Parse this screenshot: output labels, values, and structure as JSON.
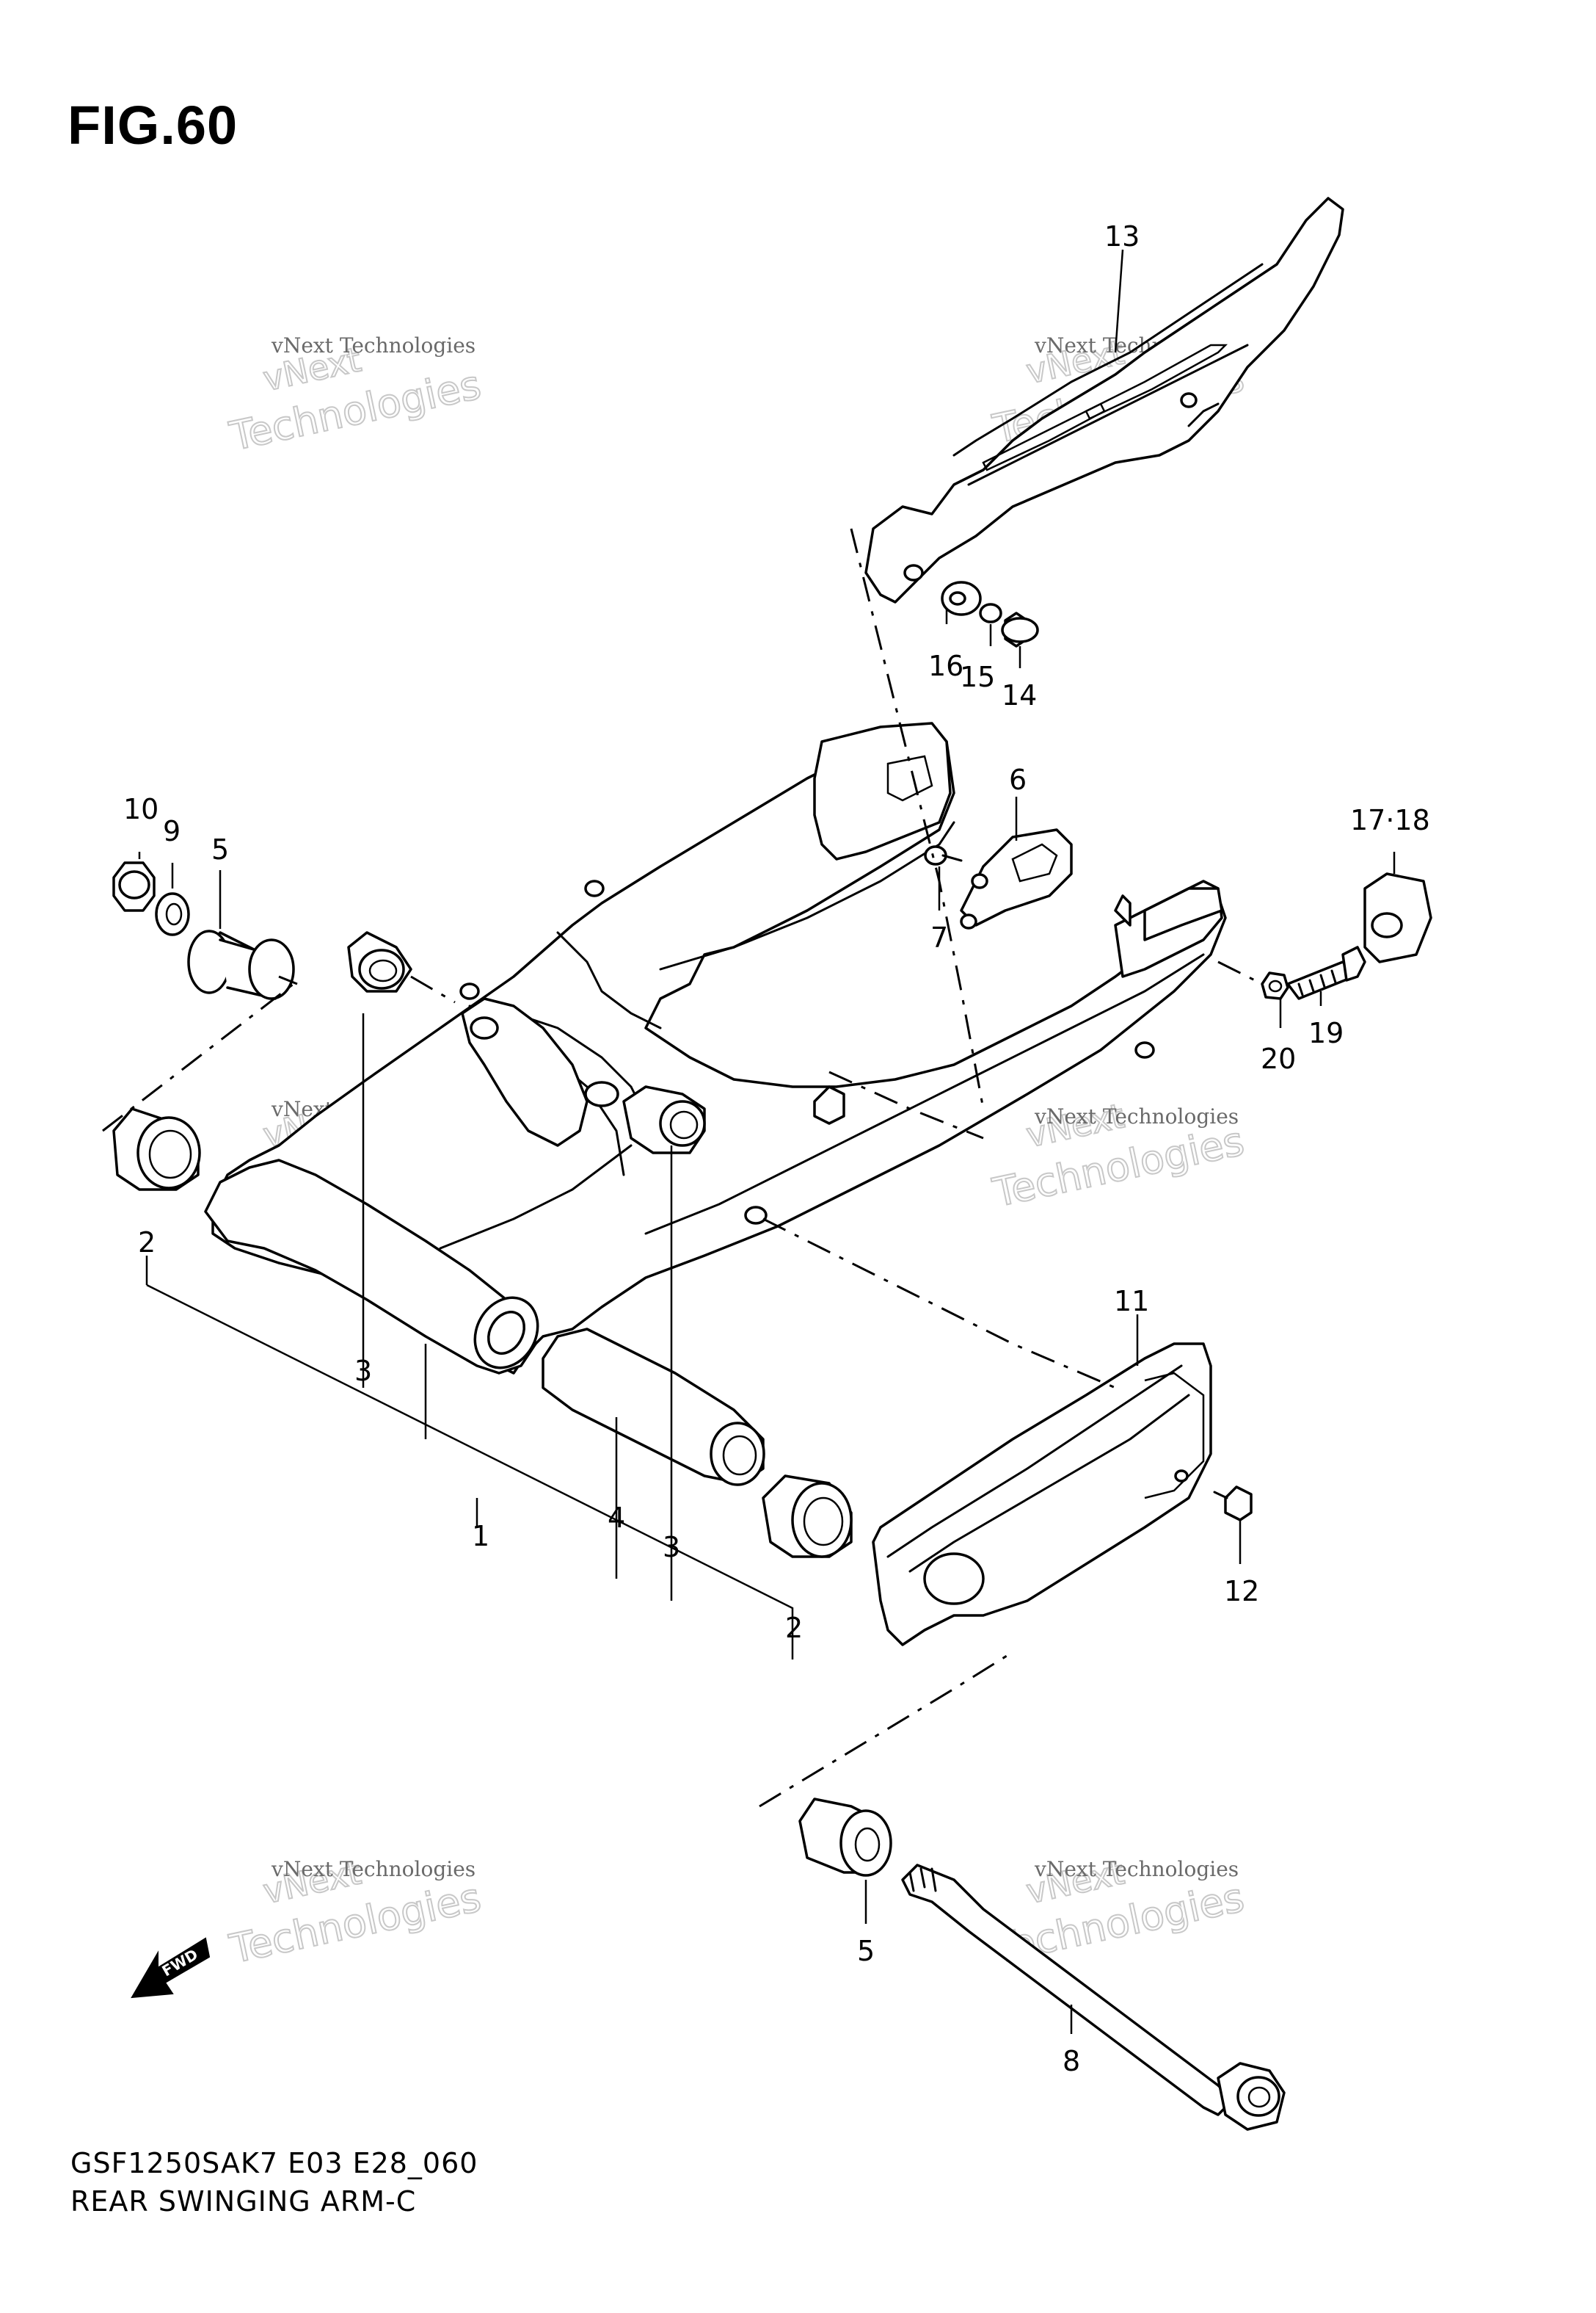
{
  "figure": {
    "title": "FIG.60"
  },
  "footer": {
    "code": "GSF1250SAK7 E03 E28_060",
    "name": "REAR SWINGING ARM-C"
  },
  "watermark": {
    "company": "vNext Technologies",
    "word_next": "vNext",
    "word_tech": "Technologies"
  },
  "fwd_label": "FWD",
  "callouts": {
    "c1": "1",
    "c2a": "2",
    "c2b": "2",
    "c3a": "3",
    "c3b": "3",
    "c4": "4",
    "c5a": "5",
    "c5b": "5",
    "c6": "6",
    "c7": "7",
    "c8": "8",
    "c9": "9",
    "c10": "10",
    "c11": "11",
    "c12": "12",
    "c13": "13",
    "c14": "14",
    "c15": "15",
    "c16": "16",
    "c1718": "17·18",
    "c19": "19",
    "c20": "20"
  }
}
